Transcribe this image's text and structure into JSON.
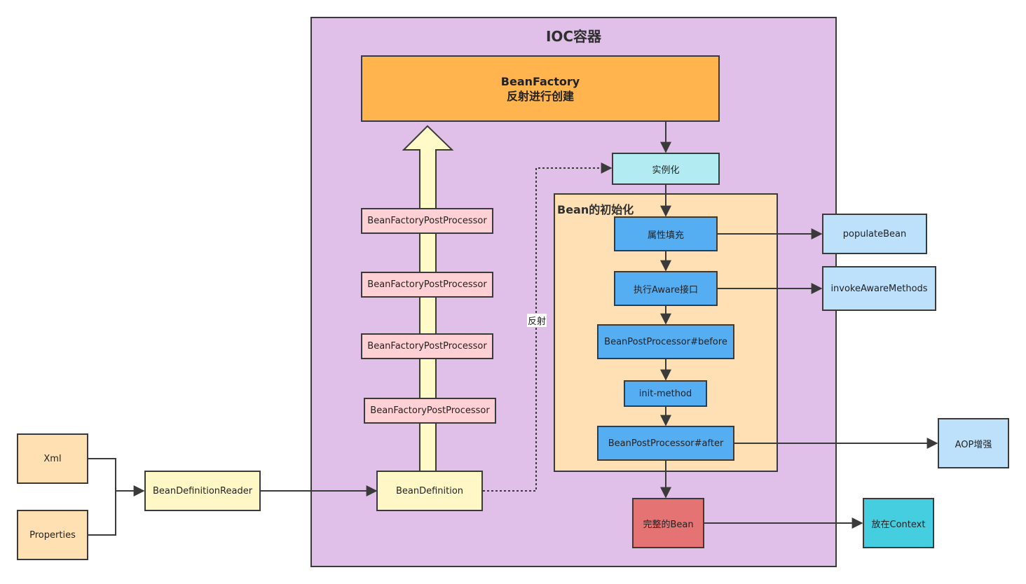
{
  "ioc_container": {
    "title": "IOC容器"
  },
  "bean_factory": {
    "line1": "BeanFactory",
    "line2": "反射进行创建"
  },
  "post_processors": [
    "BeanFactoryPostProcessor",
    "BeanFactoryPostProcessor",
    "BeanFactoryPostProcessor",
    "BeanFactoryPostProcessor"
  ],
  "bean_definition": "BeanDefinition",
  "bean_definition_reader": "BeanDefinitionReader",
  "sources": {
    "xml": "Xml",
    "properties": "Properties"
  },
  "reflection_label": "反射",
  "instantiate": "实例化",
  "bean_init": {
    "title": "Bean的初始化",
    "steps": {
      "populate": "属性填充",
      "aware": "执行Aware接口",
      "before": "BeanPostProcessor#before",
      "init_method": "init-method",
      "after": "BeanPostProcessor#after"
    }
  },
  "complete_bean": "完整的Bean",
  "external": {
    "populate_bean": "populateBean",
    "invoke_aware": "invokeAwareMethods",
    "aop": "AOP增强",
    "context": "放在Context"
  },
  "colors": {
    "ioc": "#e0c0e8",
    "bean_factory": "#ffb44e",
    "post_processor": "#ffd0d4",
    "bean_definition": "#fff8c6",
    "source": "#ffe0b3",
    "instantiate": "#b2ecf2",
    "init_area": "#fee0b4",
    "init_step": "#56aef2",
    "external": "#bde0fb",
    "complete_bean": "#e57373",
    "context": "#45cee0"
  }
}
